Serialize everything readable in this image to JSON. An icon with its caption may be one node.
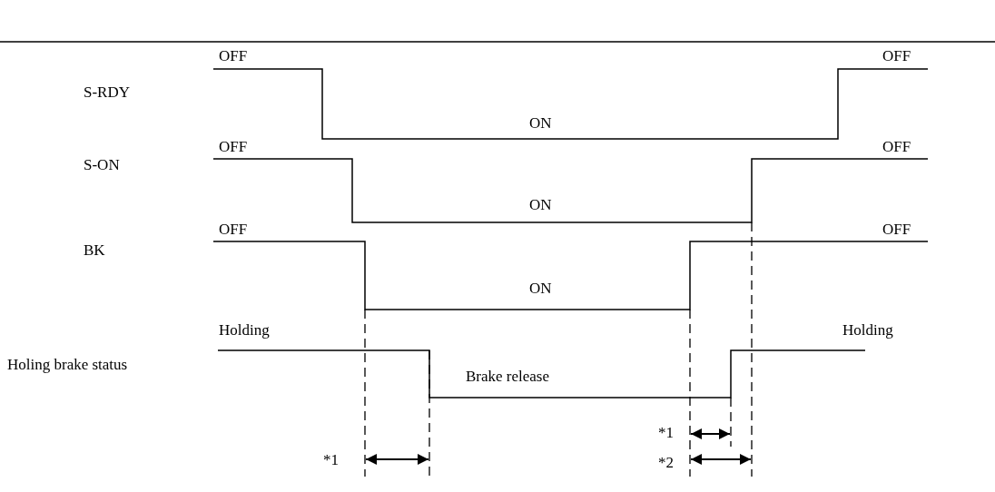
{
  "diagram": {
    "labels": [
      "OFF",
      "OFF",
      "S-RDY",
      "ON",
      "OFF",
      "OFF",
      "S-ON",
      "ON",
      "OFF",
      "OFF",
      "BK",
      "ON",
      "Holding",
      "Holding",
      "Holing brake status",
      "Brake release",
      "*1",
      "*1",
      "*2"
    ]
  }
}
